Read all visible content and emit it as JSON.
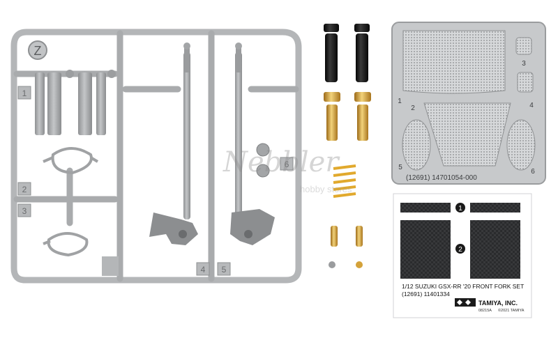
{
  "sprue": {
    "letter": "Z",
    "part_numbers": [
      "1",
      "2",
      "3",
      "4",
      "5",
      "6"
    ]
  },
  "photo_etch": {
    "part_numbers": [
      "1",
      "2",
      "3",
      "4",
      "5",
      "6"
    ],
    "code": "(12691) 14701054-000"
  },
  "decal_sheet": {
    "markers": [
      "1",
      "2"
    ],
    "title": "1/12 SUZUKI GSX-RR '20 FRONT FORK SET",
    "code": "(12691) 11401334",
    "brand": "TAMIYA, INC.",
    "small_code": "08215A",
    "copyright": "©2021 TAMIYA"
  },
  "watermark": {
    "name": "Nebbler",
    "tagline": "hobby stores"
  },
  "colors": {
    "sprue_grey": "#a9abad",
    "black_parts": "#151515",
    "brass": "#d4a23a",
    "spring_gold": "#e1a92d",
    "etch_silver": "#c7c9cb",
    "carbon": "#2a2b2d"
  }
}
